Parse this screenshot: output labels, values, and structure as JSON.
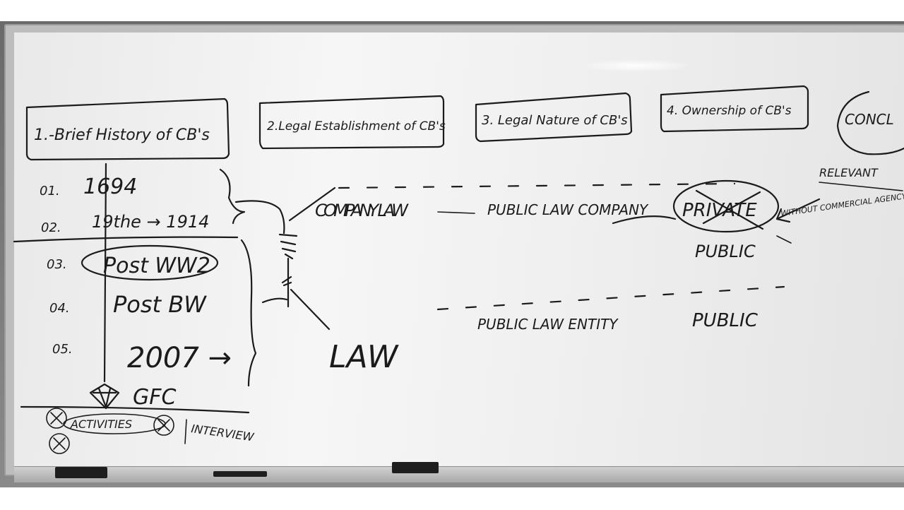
{
  "headings": [
    {
      "label": "1.-Brief History of CB's"
    },
    {
      "label": "2.Legal Establishment of CB's"
    },
    {
      "label": "3. Legal Nature of CB's"
    },
    {
      "label": "4. Ownership of CB's"
    }
  ],
  "corner_note": "CONCL",
  "relevance_note": "RELEVANT",
  "timeline": [
    {
      "num": "01.",
      "text": "1694"
    },
    {
      "num": "02.",
      "text": "19the → 1914"
    },
    {
      "num": "03.",
      "text": "Post WW2"
    },
    {
      "num": "04.",
      "text": "Post BW"
    },
    {
      "num": "05.",
      "text": "2007 →"
    }
  ],
  "gfc_note": "GFC",
  "legal_establishment": {
    "company_law": "COMPANY LAW",
    "law": "LAW"
  },
  "legal_nature": {
    "public_law_company": "PUBLIC LAW COMPANY",
    "public_law_entity": "PUBLIC LAW ENTITY"
  },
  "ownership": {
    "private_crossed": "PRIVATE",
    "public_1": "PUBLIC",
    "public_2": "PUBLIC",
    "side_note": "WITHOUT COMMERCIAL AGENCY"
  },
  "bottom": {
    "activities": "ACTIVITIES",
    "interview": "INTERVIEW"
  }
}
